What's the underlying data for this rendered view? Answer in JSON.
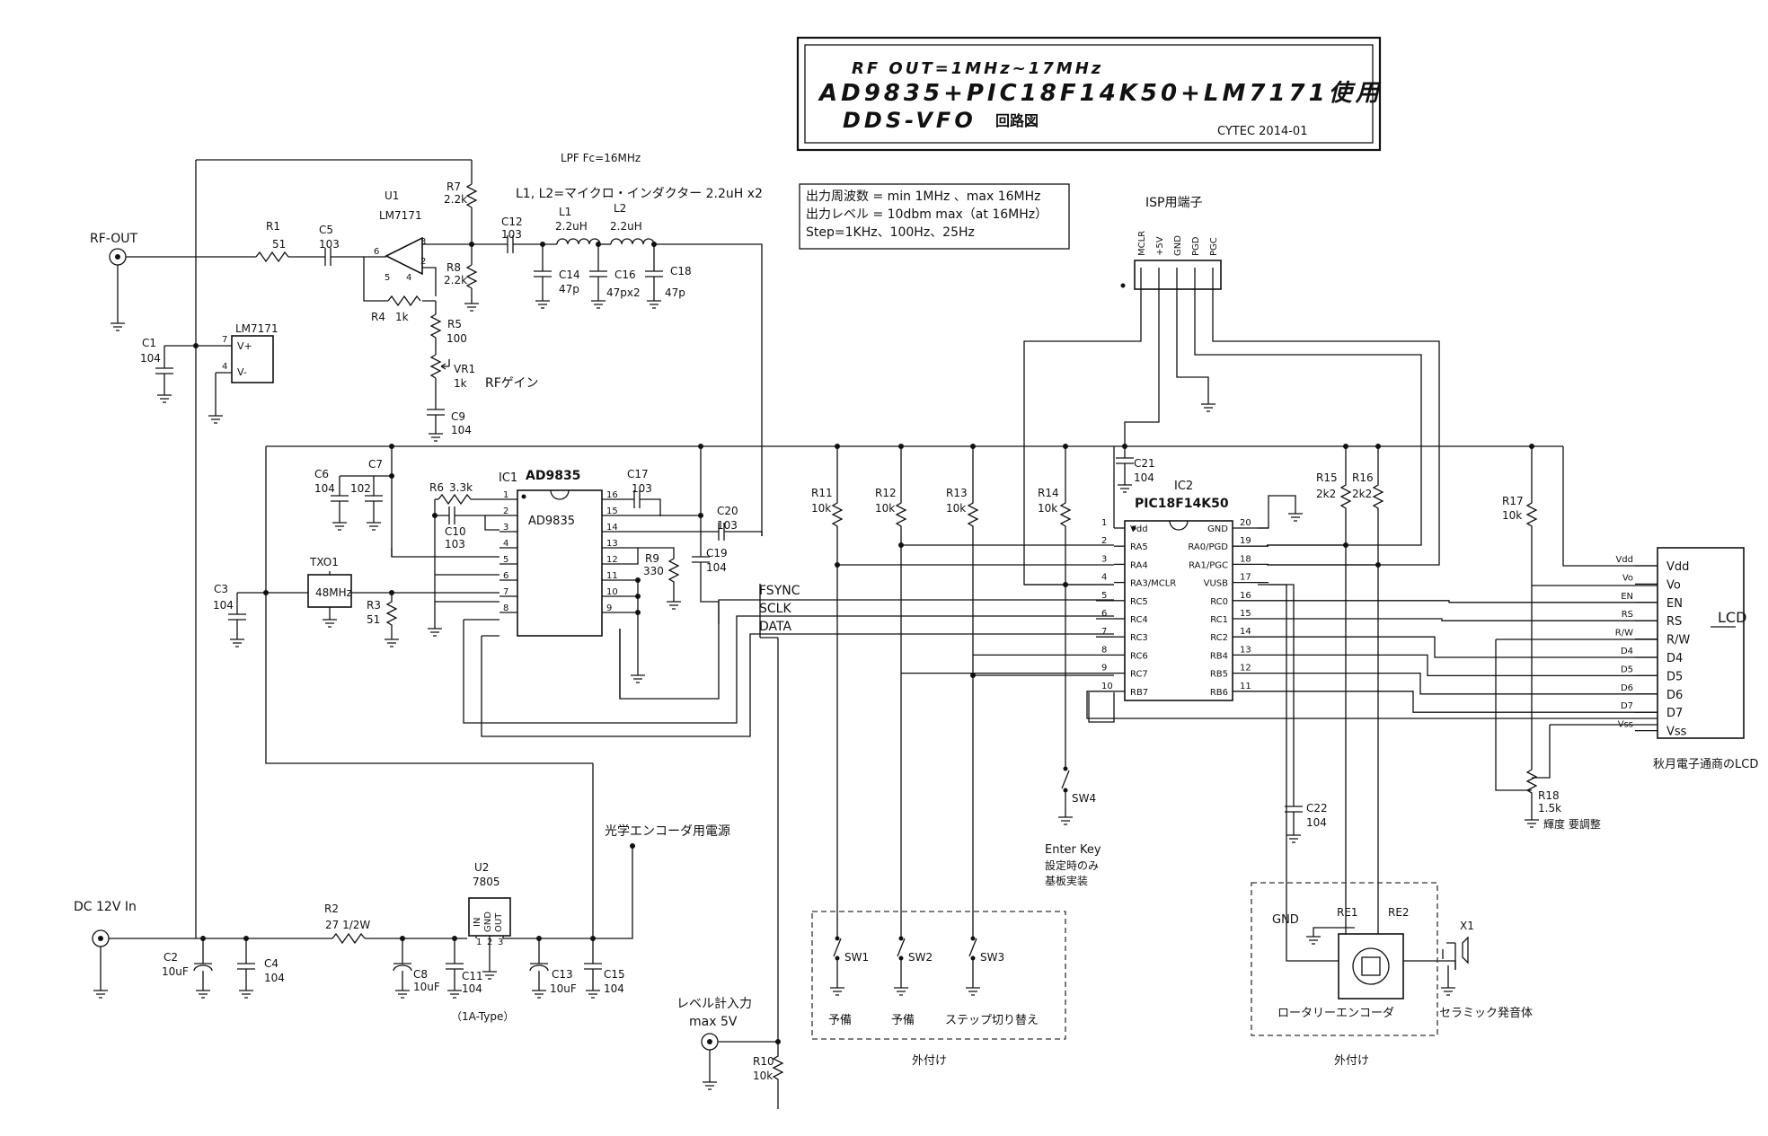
{
  "title": {
    "line1": "RF  OUT=1MHz~17MHz",
    "line2": "AD9835+PIC18F14K50+LM7171使用",
    "line3a": "DDS-VFO",
    "line3b": "回路図",
    "credit": "CYTEC  2014-01"
  },
  "specs": {
    "line1": "出力周波数 = min 1MHz 、max 16MHz",
    "line2": "出力レベル = 10dbm  max（at 16MHz）",
    "line3": "Step=1KHz、100Hz、25Hz"
  },
  "notes": {
    "lpf": "LPF Fc=16MHz",
    "inductors": "L1, L2=マイクロ・インダクター  2.2uH x2",
    "isp": "ISP用端子",
    "rf_gain": "RFゲイン",
    "encoder_power": "光学エンコーダ用電源",
    "lcd_vendor": "秋月電子通商のLCD",
    "contrast": "輝度 要調整",
    "enter_key": "Enter  Key",
    "enter_sub1": "設定時のみ",
    "enter_sub2": "基板実装",
    "external1": "外付け",
    "external2": "外付け",
    "reg_type": "（1A-Type）",
    "level_in1": "レベル計入力",
    "level_in2": "max  5V",
    "sw1_label": "予備",
    "sw2_label": "予備",
    "sw3_label": "ステップ切り替え",
    "encoder": "ロータリーエンコーダ",
    "buzzer": "セラミック発音体"
  },
  "ports": {
    "rf_out": "RF-OUT",
    "dc_in": "DC  12V In"
  },
  "nets": {
    "fsync": "FSYNC",
    "sclk": "SCLK",
    "data": "DATA"
  },
  "isp_pins": [
    "MCLR",
    "+5V",
    "GND",
    "PGD",
    "PGC"
  ],
  "ic1": {
    "ref": "IC1",
    "name": "AD9835",
    "body": "AD9835",
    "pins_left": [
      "1",
      "2",
      "3",
      "4",
      "5",
      "6",
      "7",
      "8"
    ],
    "pins_right": [
      "16",
      "15",
      "14",
      "13",
      "12",
      "11",
      "10",
      "9"
    ]
  },
  "ic2": {
    "ref": "IC2",
    "name": "PIC18F14K50",
    "pins_left": [
      "1",
      "2",
      "3",
      "4",
      "5",
      "6",
      "7",
      "8",
      "9",
      "10"
    ],
    "pins_right": [
      "20",
      "19",
      "18",
      "17",
      "16",
      "15",
      "14",
      "13",
      "12",
      "11"
    ],
    "names_left": [
      "Vdd",
      "RA5",
      "RA4",
      "RA3/MCLR",
      "RC5",
      "RC4",
      "RC3",
      "RC6",
      "RC7",
      "RB7"
    ],
    "names_right": [
      "GND",
      "RA0/PGD",
      "RA1/PGC",
      "VUSB",
      "RC0",
      "RC1",
      "RC2",
      "RB4",
      "RB5",
      "RB6"
    ]
  },
  "lcd": {
    "title": "LCD",
    "pins": [
      "Vdd",
      "Vo",
      "EN",
      "RS",
      "R/W",
      "D4",
      "D5",
      "D6",
      "D7",
      "Vss"
    ],
    "net_labels": [
      "Vdd",
      "Vo",
      "EN",
      "RS",
      "R/W",
      "D4",
      "D5",
      "D6",
      "D7",
      "Vss"
    ]
  },
  "u1": {
    "ref": "U1",
    "name": "LM7171",
    "pins": [
      "6",
      "3",
      "2",
      "5",
      "4",
      "7"
    ]
  },
  "u1_supply": {
    "name": "LM7171",
    "vplus": "V+",
    "vminus": "V-",
    "pin7": "7",
    "pin4": "4"
  },
  "u2": {
    "ref": "U2",
    "name": "7805",
    "pins": [
      "IN",
      "GND",
      "OUT"
    ],
    "nums": [
      "1",
      "2",
      "3"
    ]
  },
  "crystal": {
    "ref": "TXO1",
    "value": "48MHz"
  },
  "components": {
    "R1": {
      "ref": "R1",
      "val": "51"
    },
    "C5": {
      "ref": "C5",
      "val": "103"
    },
    "R7": {
      "ref": "R7",
      "val": "2.2k"
    },
    "R8": {
      "ref": "R8",
      "val": "2.2k"
    },
    "R4": {
      "ref": "R4",
      "val": "1k"
    },
    "R5": {
      "ref": "R5",
      "val": "100"
    },
    "VR1": {
      "ref": "VR1",
      "val": "1k"
    },
    "C9": {
      "ref": "C9",
      "val": "104"
    },
    "C1": {
      "ref": "C1",
      "val": "104"
    },
    "C12": {
      "ref": "C12",
      "val": "103"
    },
    "L1": {
      "ref": "L1",
      "val": "2.2uH"
    },
    "L2": {
      "ref": "L2",
      "val": "2.2uH"
    },
    "C14": {
      "ref": "C14",
      "val": "47p"
    },
    "C16": {
      "ref": "C16",
      "val": "47px2"
    },
    "C18": {
      "ref": "C18",
      "val": "47p"
    },
    "C6": {
      "ref": "C6",
      "val": "104"
    },
    "C7": {
      "ref": "C7",
      "val": "102"
    },
    "R6": {
      "ref": "R6",
      "val": "3.3k"
    },
    "C10": {
      "ref": "C10",
      "val": "103"
    },
    "C17": {
      "ref": "C17",
      "val": "103"
    },
    "C20": {
      "ref": "C20",
      "val": "103"
    },
    "R9": {
      "ref": "R9",
      "val": "330"
    },
    "C19": {
      "ref": "C19",
      "val": "104"
    },
    "C3": {
      "ref": "C3",
      "val": "104"
    },
    "R3": {
      "ref": "R3",
      "val": "51"
    },
    "R11": {
      "ref": "R11",
      "val": "10k"
    },
    "R12": {
      "ref": "R12",
      "val": "10k"
    },
    "R13": {
      "ref": "R13",
      "val": "10k"
    },
    "R14": {
      "ref": "R14",
      "val": "10k"
    },
    "C21": {
      "ref": "C21",
      "val": "104"
    },
    "R15": {
      "ref": "R15",
      "val": "2k2"
    },
    "R16": {
      "ref": "R16",
      "val": "2k2"
    },
    "R17": {
      "ref": "R17",
      "val": "10k"
    },
    "R18": {
      "ref": "R18",
      "val": "1.5k"
    },
    "C22": {
      "ref": "C22",
      "val": "104"
    },
    "R2": {
      "ref": "R2",
      "val": "27   1/2W"
    },
    "C2": {
      "ref": "C2",
      "val": "10uF"
    },
    "C4": {
      "ref": "C4",
      "val": "104"
    },
    "C8": {
      "ref": "C8",
      "val": "10uF"
    },
    "C11": {
      "ref": "C11",
      "val": "104"
    },
    "C13": {
      "ref": "C13",
      "val": "10uF"
    },
    "C15": {
      "ref": "C15",
      "val": "104"
    },
    "R10": {
      "ref": "R10",
      "val": "10k"
    },
    "SW1": {
      "ref": "SW1"
    },
    "SW2": {
      "ref": "SW2"
    },
    "SW3": {
      "ref": "SW3"
    },
    "SW4": {
      "ref": "SW4"
    },
    "X1": {
      "ref": "X1"
    },
    "RE1": {
      "ref": "RE1"
    },
    "RE2": {
      "ref": "RE2"
    },
    "GND_re": {
      "ref": "GND"
    }
  }
}
